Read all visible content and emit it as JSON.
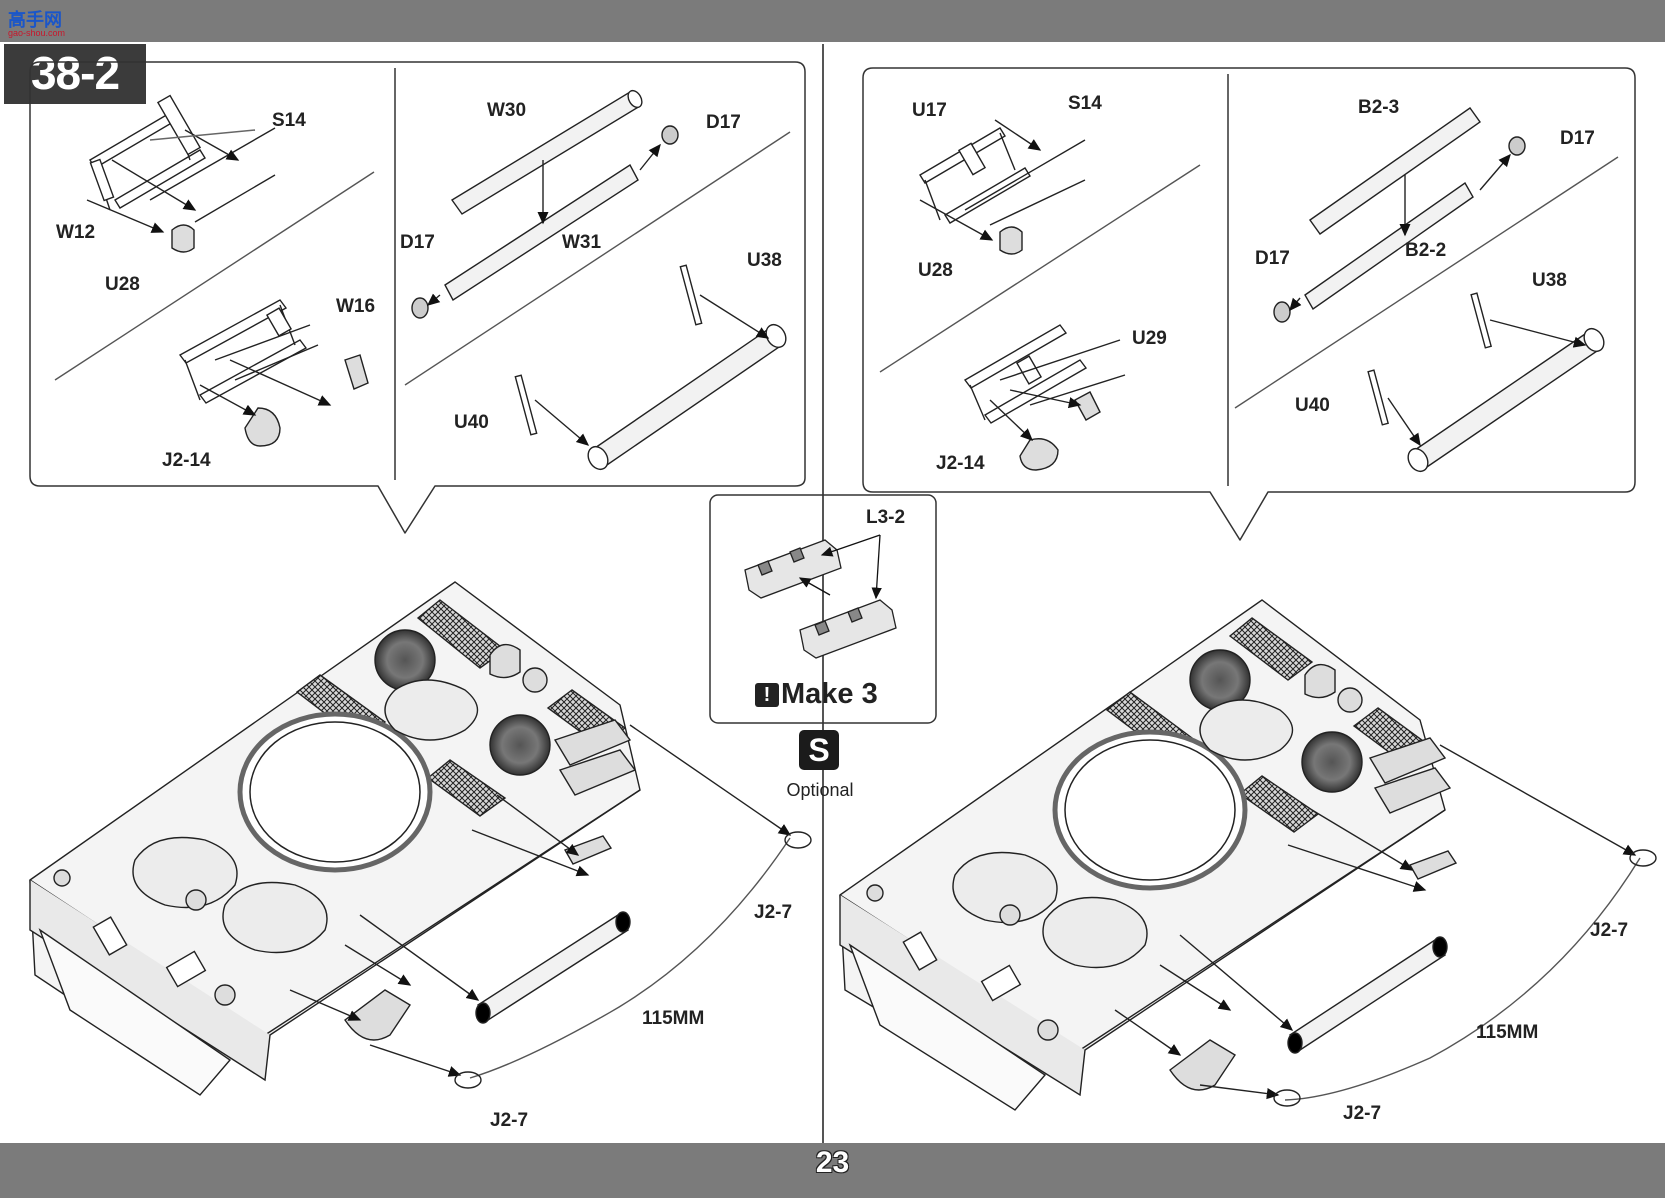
{
  "header": {
    "logo_text": "高手网",
    "logo_subtext": "gao-shou.com",
    "step_number": "38-2"
  },
  "page_number": "23",
  "left_detail": {
    "frame_labels": {
      "s14": "S14",
      "w12": "W12",
      "u28": "U28",
      "w16": "W16",
      "j2_14": "J2-14"
    },
    "tube_labels": {
      "w30": "W30",
      "d17_top": "D17",
      "d17_left": "D17",
      "w31": "W31",
      "u38": "U38",
      "u40": "U40"
    }
  },
  "right_detail": {
    "frame_labels": {
      "u17": "U17",
      "s14": "S14",
      "u28": "U28",
      "u29": "U29",
      "j2_14": "J2-14"
    },
    "tube_labels": {
      "b2_3": "B2-3",
      "d17_top": "D17",
      "d17_left": "D17",
      "b2_2": "B2-2",
      "u38": "U38",
      "u40": "U40"
    }
  },
  "left_main": {
    "j2_7_right": "J2-7",
    "cable_length": "115MM",
    "j2_7_bottom": "J2-7"
  },
  "right_main": {
    "j2_7_right": "J2-7",
    "cable_length": "115MM",
    "j2_7_bottom": "J2-7"
  },
  "center_box": {
    "label": "L3-2",
    "make_text": "Make 3",
    "make_icon": "!"
  },
  "optional": {
    "icon": "S",
    "label": "Optional"
  }
}
